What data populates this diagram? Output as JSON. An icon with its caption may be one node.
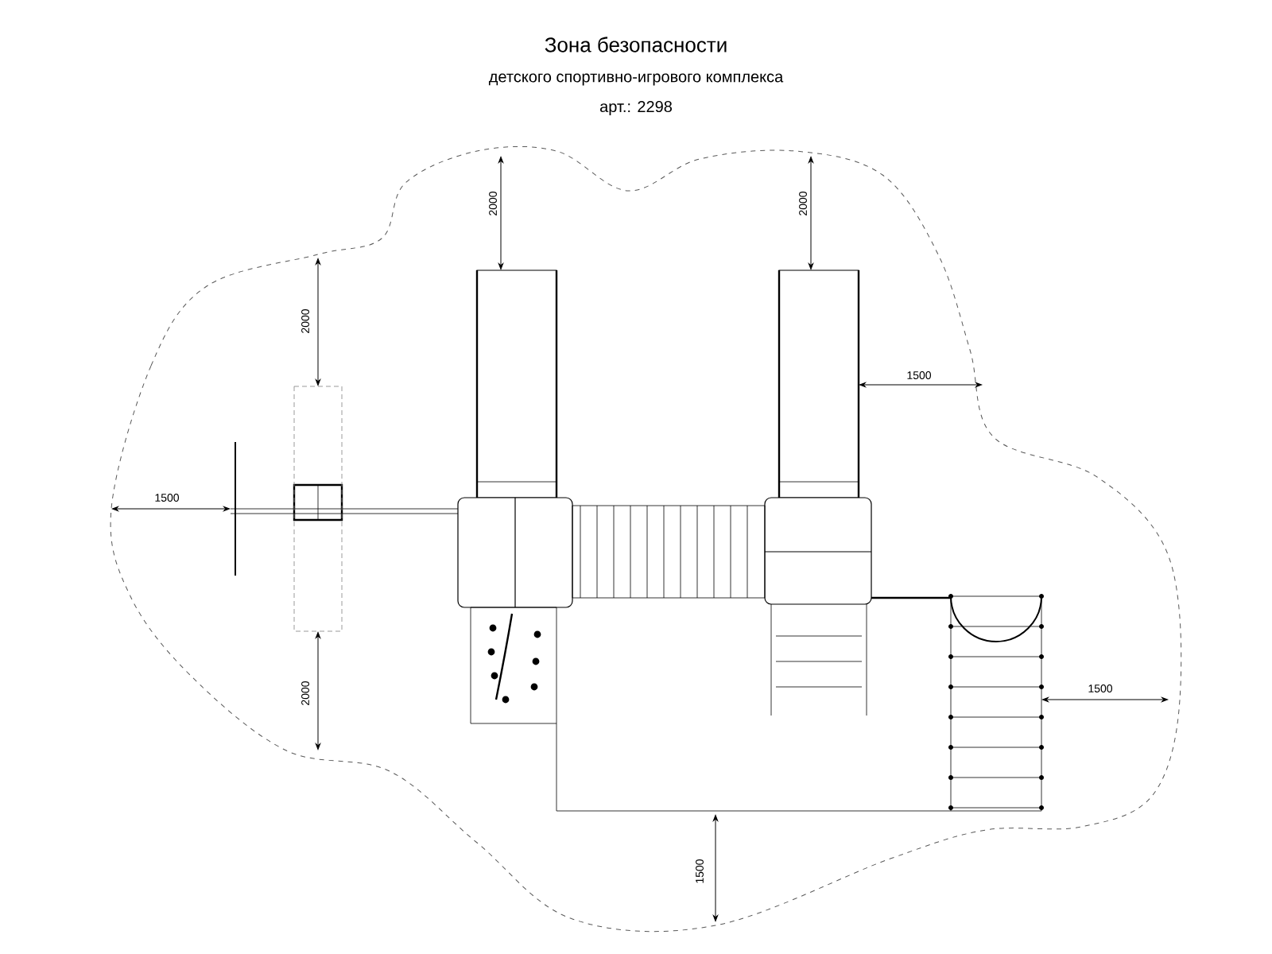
{
  "diagram": {
    "title": "Зона безопасности",
    "labels": [
      "детского спортивно-игрового комплекса",
      "арт.: 2298",
      "2000",
      "2000",
      "2000",
      "1500",
      "1500",
      "2000",
      "1500",
      "1500"
    ]
  }
}
